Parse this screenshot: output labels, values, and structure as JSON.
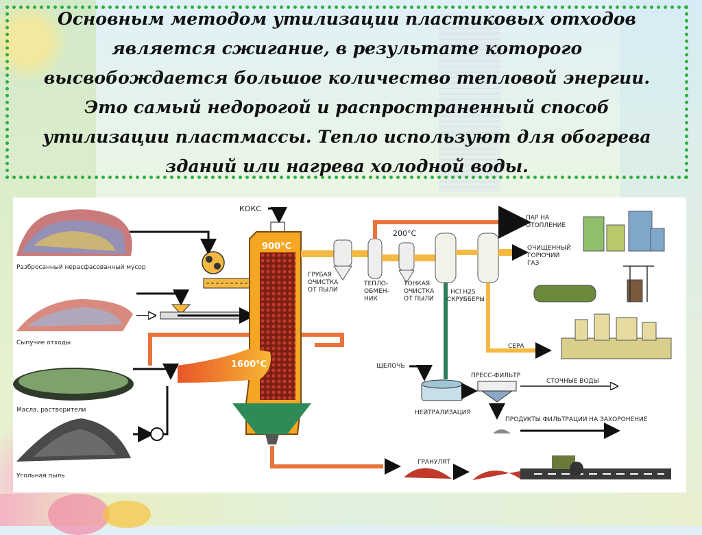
{
  "slide": {
    "paragraph": "Основным методом утилизации пластиковых отходов является сжигание, в результате которого высвобождается большое количество тепловой энергии. Это самый недорогой и распространенный способ утилизации пластмассы. Тепло используют для обогрева зданий или нагрева холодной воды."
  },
  "diagram": {
    "inputs": {
      "garbage": "Разбросанный нерасфасованный мусор",
      "loose": "Сыпучие отходы",
      "oils": "Масла, растворители",
      "coal": "Угольная пыль"
    },
    "coke": "КОКС",
    "temp_top": "900°C",
    "temp_bottom": "1600°C",
    "temp_200": "200°C",
    "coarse_line1": "ГРУБАЯ",
    "coarse_line2": "ОЧИСТКА",
    "coarse_line3": "ОТ ПЫЛИ",
    "exchanger_line1": "ТЕПЛО-",
    "exchanger_line2": "ОБМЕН-",
    "exchanger_line3": "НИК",
    "fine_line1": "ТОНКАЯ",
    "fine_line2": "ОЧИСТКА",
    "fine_line3": "ОТ ПЫЛИ",
    "scrub_line1": "HCl  H2S",
    "scrub_line2": "СКРУББЕРЫ",
    "steam_line1": "ПАР НА",
    "steam_line2": "ОТОПЛЕНИЕ",
    "gas_line1": "ОЧИЩЕННЫЙ",
    "gas_line2": "ГОРЮЧИЙ",
    "gas_line3": "ГАЗ",
    "sulfur": "СЕРА",
    "alkali": "ЩЕЛОЧЬ",
    "press_filter": "ПРЕСС-ФИЛЬТР",
    "wastewater": "СТОЧНЫЕ ВОДЫ",
    "neutralization": "НЕЙТРАЛИЗАЦИЯ",
    "filtration": "ПРОДУКТЫ ФИЛЬТРАЦИИ НА ЗАХОРОНЕНИЕ",
    "granulate": "ГРАНУЛЯТ"
  },
  "colors": {
    "frame": "#2fae3f",
    "pipe": "#e8743b",
    "arrow": "#111111",
    "furnace": "#f5a623",
    "green_pipe": "#2e7d5b",
    "gas_pipe": "#f4b942"
  }
}
